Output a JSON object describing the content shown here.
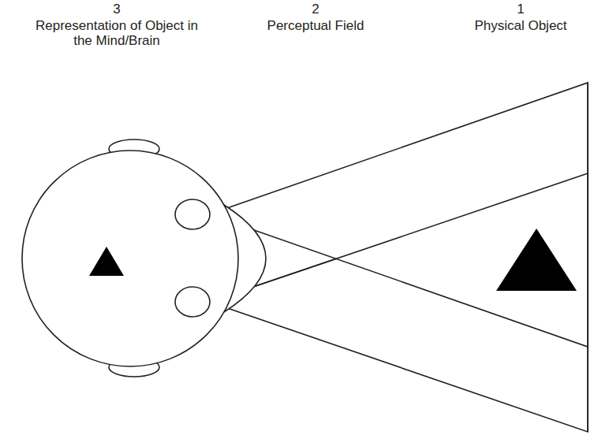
{
  "diagram": {
    "labels": [
      "3",
      "Representation of Object in the Mind/Brain",
      "2",
      "Perceptual Field",
      "1",
      "Physical Object"
    ]
  }
}
